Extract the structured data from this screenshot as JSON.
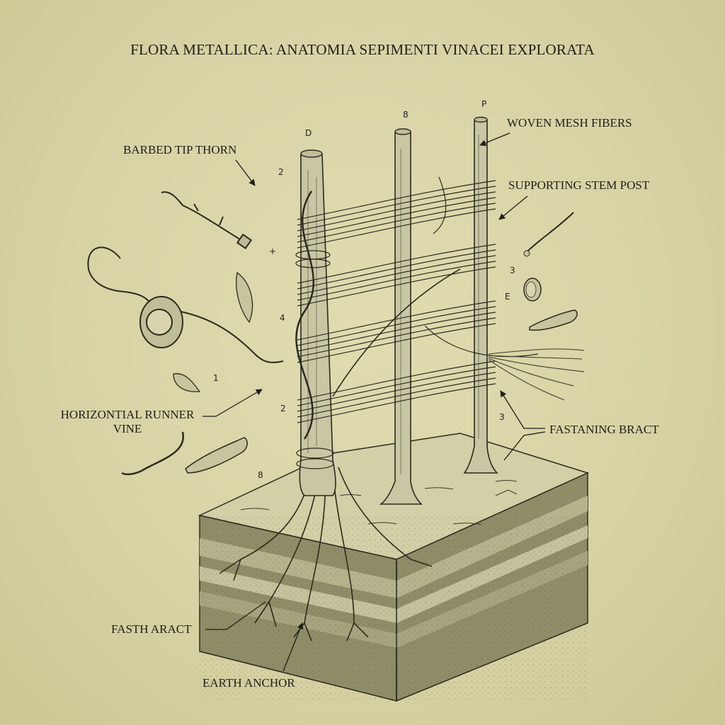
{
  "title": "FLORA METALLICA: ANATOMIA SEPIMENTI VINACEI EXPLORATA",
  "colors": {
    "paper": "#d9d4a6",
    "ink": "#1f1e18",
    "stem_fill": "#c9c6a4",
    "soil_dark": "#7d7c5a",
    "soil_mid": "#a6a47e",
    "soil_light": "#c4c29c"
  },
  "labels": {
    "barbed_tip_thorn": "BARBED TIP THORN",
    "woven_mesh_fibers": "WOVEN MESH FIBERS",
    "supporting_stem_post": "SUPPORTING STEM POST",
    "horizontal_runner_vine_line1": "HORIZONTIAL RUNNER",
    "horizontal_runner_vine_line2": "VINE",
    "fastaning_bract": "FASTANING BRACT",
    "fasth_aract": "FASTH ARACT",
    "earth_anchor": "EARTH ANCHOR"
  },
  "markers": [
    {
      "id": "post-left",
      "text": "D"
    },
    {
      "id": "post-middle",
      "text": "8"
    },
    {
      "id": "post-right",
      "text": "P"
    },
    {
      "id": "m-2-top",
      "text": "2"
    },
    {
      "id": "m-plus",
      "text": "+"
    },
    {
      "id": "m-4",
      "text": "4"
    },
    {
      "id": "m-1",
      "text": "1"
    },
    {
      "id": "m-2-low",
      "text": "2"
    },
    {
      "id": "m-8-low",
      "text": "8"
    },
    {
      "id": "m-3-right-top",
      "text": "3"
    },
    {
      "id": "m-e-right",
      "text": "E"
    },
    {
      "id": "m-3-right-low",
      "text": "3"
    }
  ],
  "components": [
    {
      "name": "barbed-thorn-specimen",
      "marker": "2"
    },
    {
      "name": "hook-tendril-specimen"
    },
    {
      "name": "leaf-specimen"
    },
    {
      "name": "cross-section-disc"
    },
    {
      "name": "runner-vine-fragment"
    },
    {
      "name": "seed-pod-specimen"
    },
    {
      "name": "three-post-trellis"
    },
    {
      "name": "soil-block-with-roots"
    }
  ]
}
